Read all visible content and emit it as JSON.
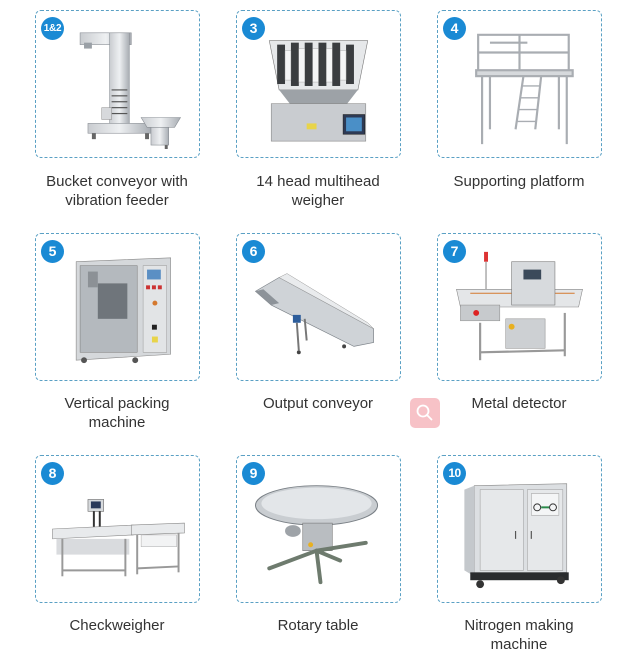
{
  "theme": {
    "badge_color": "#1a8ad4",
    "card_border_color": "#5aa0c4",
    "search_button_color": "#f7c2c7"
  },
  "items": [
    {
      "badge": "1&2",
      "caption_line1": "Bucket conveyor with",
      "caption_line2": "vibration feeder",
      "icon": "bucket-conveyor"
    },
    {
      "badge": "3",
      "caption_line1": "14 head multihead",
      "caption_line2": "weigher",
      "icon": "multihead-weigher"
    },
    {
      "badge": "4",
      "caption_line1": "Supporting platform",
      "caption_line2": "",
      "icon": "supporting-platform"
    },
    {
      "badge": "5",
      "caption_line1": "Vertical packing",
      "caption_line2": "machine",
      "icon": "vertical-packing-machine"
    },
    {
      "badge": "6",
      "caption_line1": "Output conveyor",
      "caption_line2": "",
      "icon": "output-conveyor"
    },
    {
      "badge": "7",
      "caption_line1": "Metal detector",
      "caption_line2": "",
      "icon": "metal-detector"
    },
    {
      "badge": "8",
      "caption_line1": "Checkweigher",
      "caption_line2": "",
      "icon": "checkweigher"
    },
    {
      "badge": "9",
      "caption_line1": "Rotary table",
      "caption_line2": "",
      "icon": "rotary-table"
    },
    {
      "badge": "10",
      "caption_line1": "Nitrogen making",
      "caption_line2": "machine",
      "icon": "nitrogen-machine"
    }
  ],
  "search_button": {
    "icon": "search-icon"
  }
}
